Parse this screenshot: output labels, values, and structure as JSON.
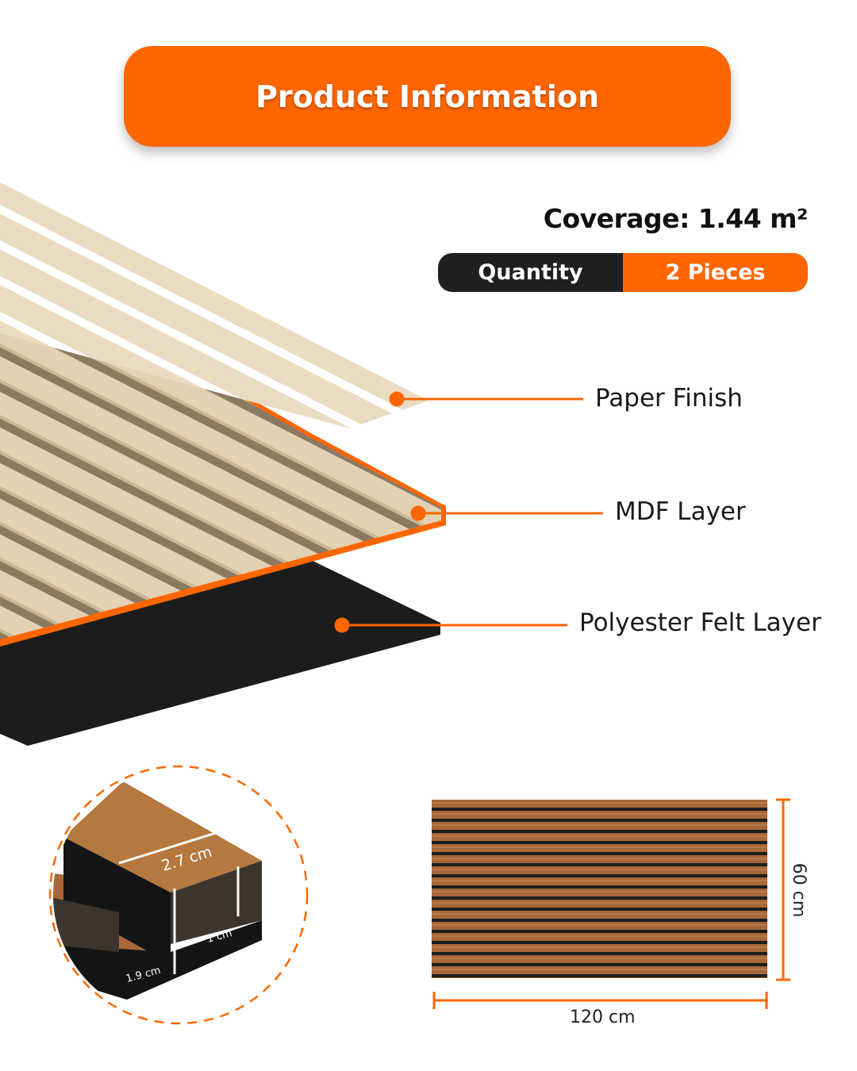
{
  "header": {
    "title": "Product Information"
  },
  "coverage": "Coverage: 1.44 m²",
  "quantity": {
    "label": "Quantity",
    "value": "2 Pieces"
  },
  "layers": [
    {
      "label": "Paper Finish"
    },
    {
      "label": "MDF Layer"
    },
    {
      "label": "Polyester Felt Layer"
    }
  ],
  "slat_dimensions": {
    "width": "2.7 cm",
    "mdf_height": "1 cm",
    "total_height": "1.9 cm"
  },
  "panel_dimensions": {
    "length": "120 cm",
    "height": "60 cm"
  },
  "colors": {
    "accent": "#ff6600",
    "dark": "#1f1f21",
    "felt": "#1c1c1c",
    "oak": "#e4d4b8",
    "walnut": "#a8683a"
  }
}
